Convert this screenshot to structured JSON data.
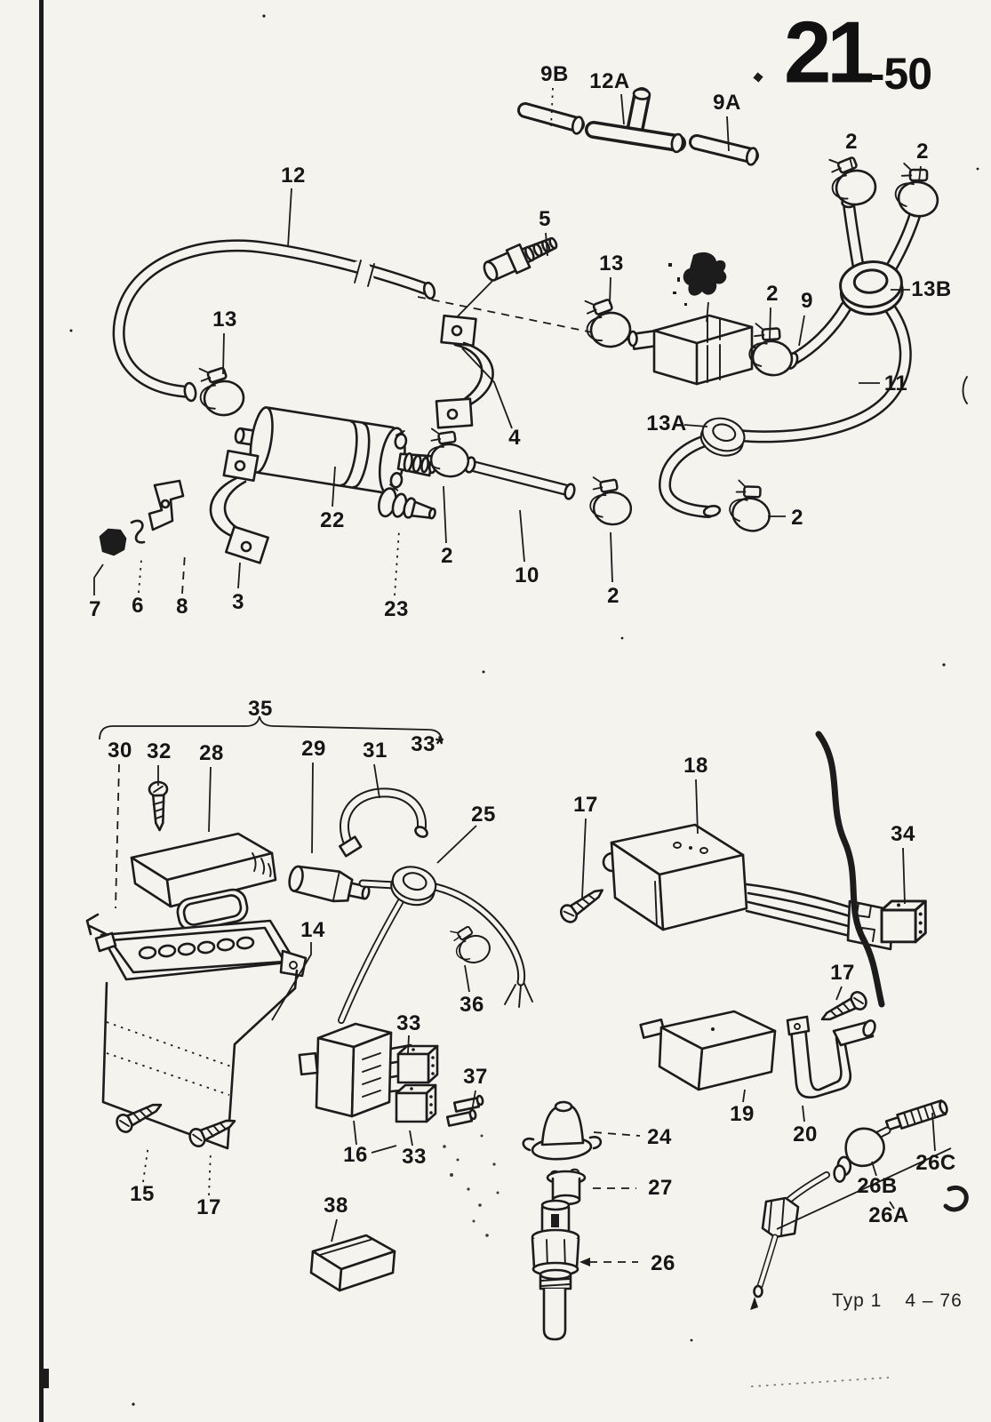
{
  "page": {
    "section": "21",
    "page": "-50",
    "footer_model": "Typ 1",
    "footer_date": "4 – 76"
  },
  "labels": {
    "p9B": "9B",
    "p12A": "12A",
    "p9A": "9A",
    "p2a": "2",
    "p2b": "2",
    "p13B": "13B",
    "p12": "12",
    "p5": "5",
    "p13a": "13",
    "p2c": "2",
    "p9": "9",
    "p13b": "13",
    "p13A": "13A",
    "p11": "11",
    "p4": "4",
    "p22": "22",
    "p2d": "2",
    "p10": "10",
    "p2e": "2",
    "p2f": "2",
    "p7": "7",
    "p6": "6",
    "p8": "8",
    "p3": "3",
    "p23": "23",
    "p35": "35",
    "p30": "30",
    "p32": "32",
    "p28": "28",
    "p29": "29",
    "p31": "31",
    "p33s": "33*",
    "p25": "25",
    "p14": "14",
    "p36": "36",
    "p33a": "33",
    "p37": "37",
    "p16": "16",
    "p33b": "33",
    "p15": "15",
    "p17a": "17",
    "p38": "38",
    "p17b": "17",
    "p18": "18",
    "p34": "34",
    "p17c": "17",
    "p19": "19",
    "p20": "20",
    "p24": "24",
    "p27": "27",
    "p26": "26",
    "p26C": "26C",
    "p26B": "26B",
    "p26A": "26A"
  }
}
